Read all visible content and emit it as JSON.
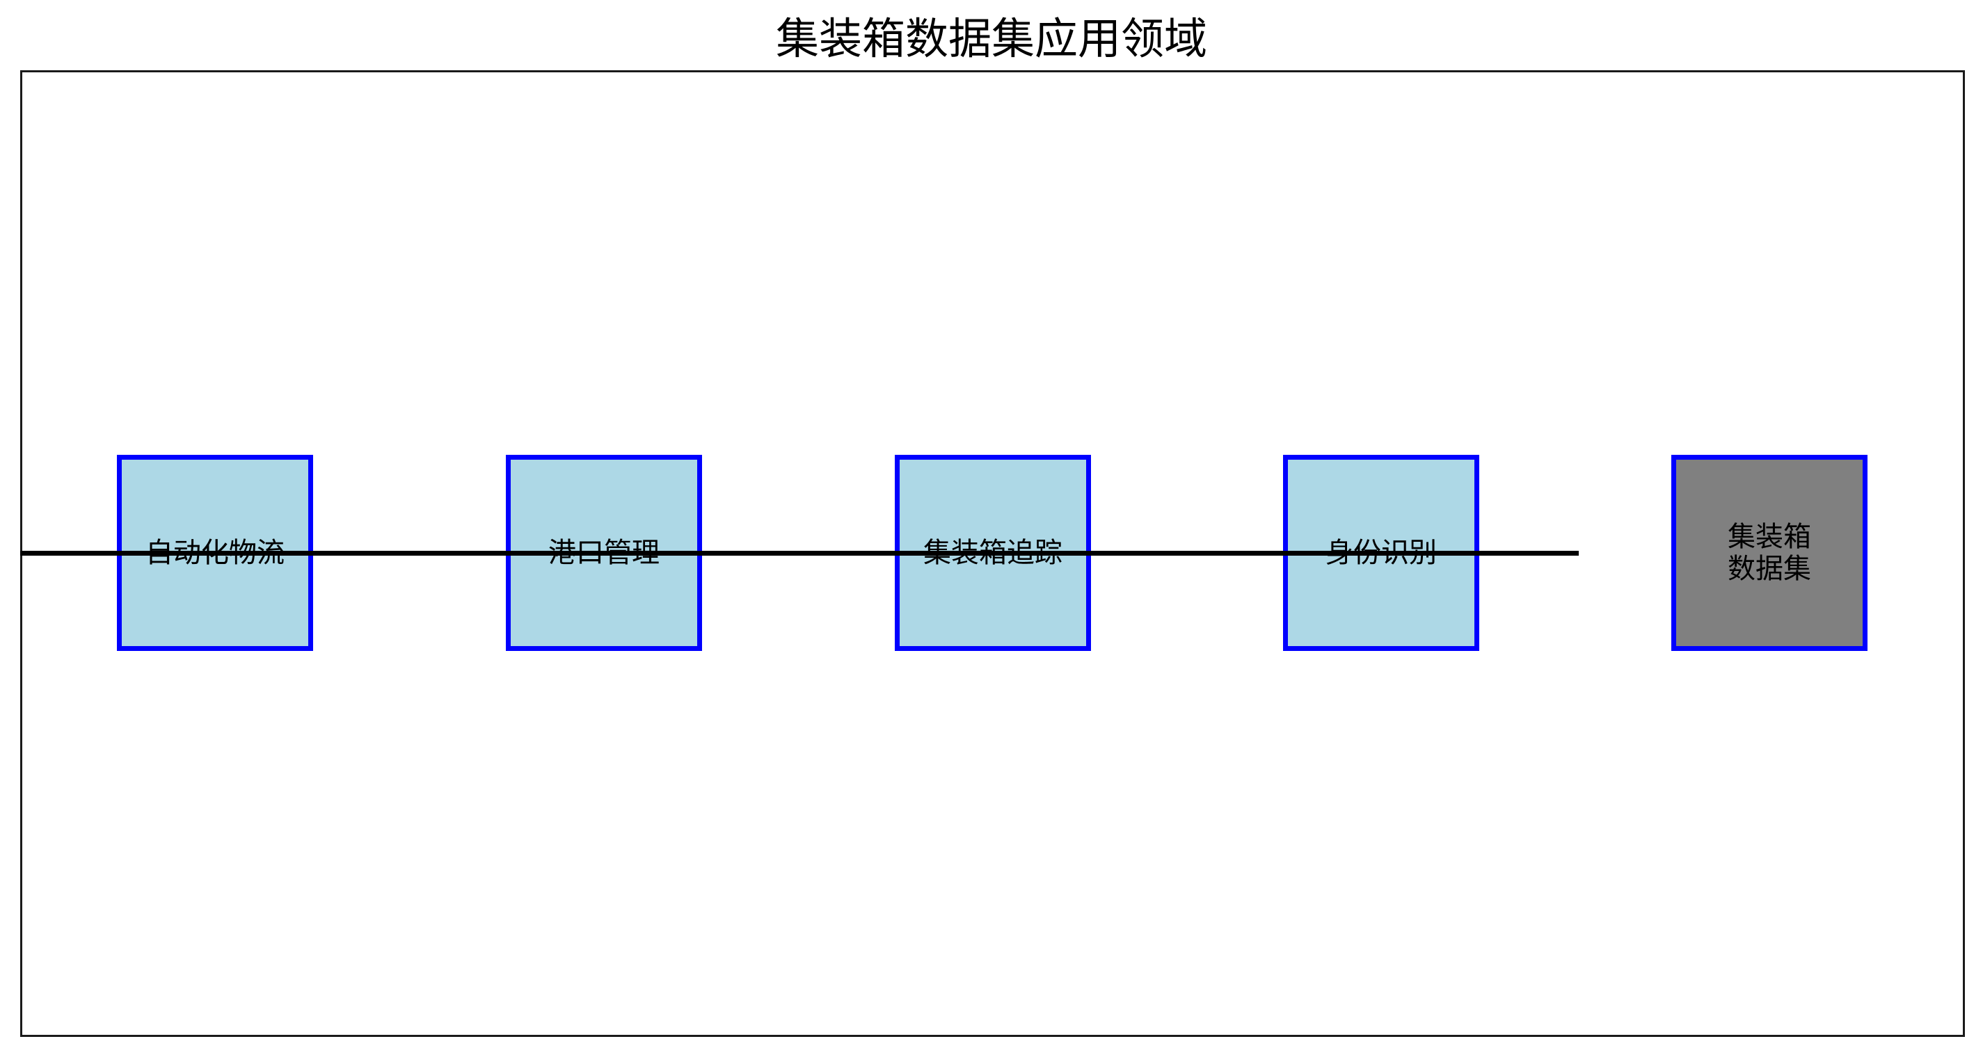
{
  "title": "集装箱数据集应用领域",
  "colors": {
    "application_fill": "#add8e6",
    "dataset_fill": "#808080",
    "node_border": "#0000ff",
    "connector": "#000000"
  },
  "nodes": [
    {
      "label": "自动化物流",
      "role": "application"
    },
    {
      "label": "港口管理",
      "role": "application"
    },
    {
      "label": "集装箱追踪",
      "role": "application"
    },
    {
      "label": "身份识别",
      "role": "application"
    },
    {
      "label": "集装箱\n数据集",
      "role": "dataset"
    }
  ]
}
